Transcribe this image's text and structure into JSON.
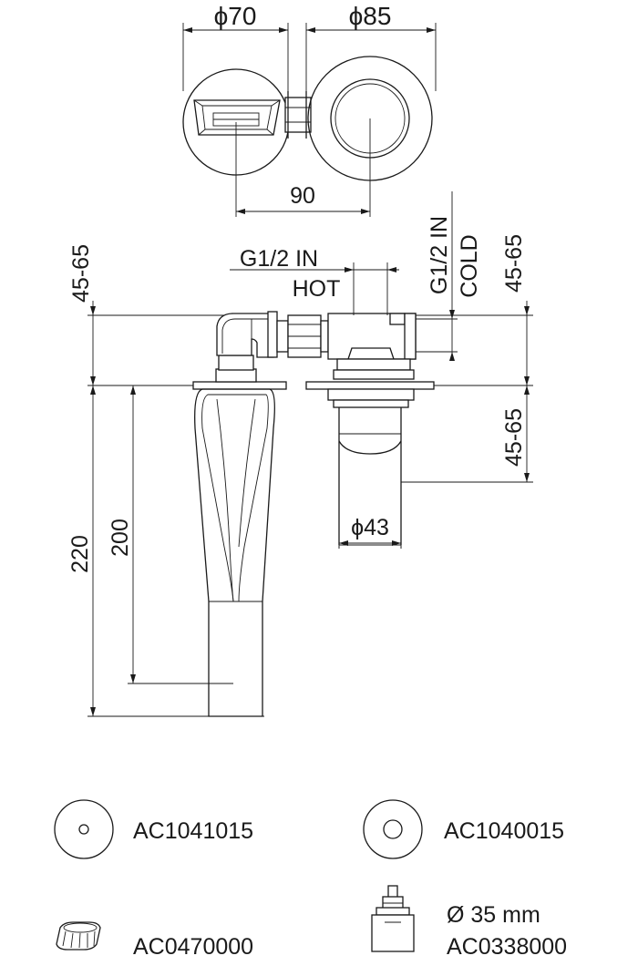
{
  "top_view": {
    "diameter_left": "ϕ70",
    "diameter_right": "ϕ85",
    "center_distance": "90"
  },
  "front_view": {
    "hot_inlet_thread": "G1/2 IN",
    "hot_inlet_label": "HOT",
    "cold_inlet_thread": "G1/2 IN",
    "cold_inlet_label": "COLD",
    "left_depth": "45-65",
    "right_depth_top": "45-65",
    "right_depth_bottom": "45-65",
    "overall_height": "220",
    "spout_height": "200",
    "cartridge_diameter": "ϕ43"
  },
  "parts": [
    {
      "code": "AC1041015",
      "icon": "small-rosette-icon"
    },
    {
      "code": "AC1040015",
      "icon": "large-rosette-icon"
    },
    {
      "code": "AC0470000",
      "icon": "aerator-icon"
    },
    {
      "code": "AC0338000",
      "size": "Ø 35 mm",
      "icon": "cartridge-icon"
    }
  ]
}
